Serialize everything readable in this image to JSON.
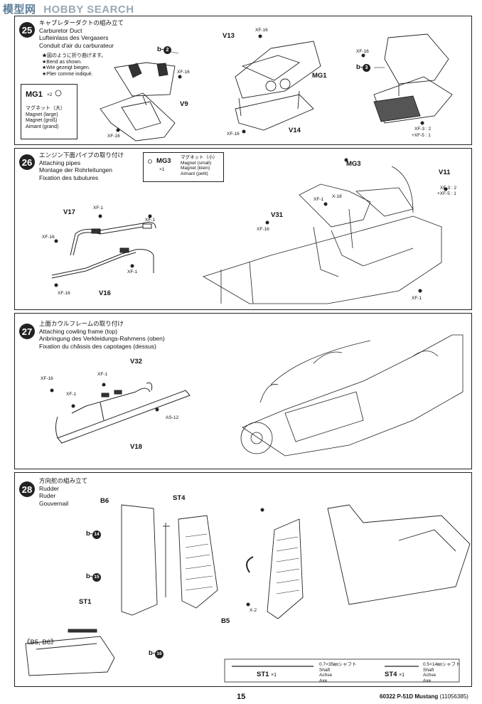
{
  "watermark": {
    "cn": "模型网",
    "en": "HOBBY SEARCH"
  },
  "steps": [
    {
      "number": "25",
      "title_jp": "キャブレターダクトの組み立て",
      "title_en": "Carburetor Duct",
      "title_de": "Lufteinlass des Vergasers",
      "title_fr": "Conduit d'air du carburateur",
      "notes": [
        "★図のように折り曲げます。",
        "★Bend as shown.",
        "★Wie gezeigt biegen.",
        "★Plier comme indiqué."
      ],
      "magnet_box": {
        "code": "MG1",
        "qty": "×2",
        "jp": "マグネット（大）",
        "en": "Magnet (large)",
        "de": "Magnet (groß)",
        "fr": "Aimant (grand)"
      },
      "labels": [
        "V9",
        "V13",
        "MG1",
        "V14",
        "b-",
        "b-"
      ],
      "colors": [
        "XF-16",
        "XF-16",
        "XF-16",
        "XF-16",
        "XF-16",
        "XF-3 : 2",
        "+XF-5 : 1"
      ]
    },
    {
      "number": "26",
      "title_jp": "エンジン下面パイプの取り付け",
      "title_en": "Attaching pipes",
      "title_de": "Montage der Rohrleitungen",
      "title_fr": "Fixation des tubulures",
      "magnet_box": {
        "code": "MG3",
        "qty": "×1",
        "jp": "マグネット（小）",
        "en": "Magnet (small)",
        "de": "Magnet (klein)",
        "fr": "Aimant (petit)"
      },
      "labels": [
        "V17",
        "V16",
        "MG3",
        "V11",
        "V31"
      ],
      "colors": [
        "XF-1",
        "XF-1",
        "XF-16",
        "XF-1",
        "XF-16",
        "XF-1",
        "X-18",
        "XF-16",
        "XF-3 : 2",
        "+XF-5 : 1",
        "XF-1"
      ]
    },
    {
      "number": "27",
      "title_jp": "上面カウルフレームの取り付け",
      "title_en": "Attaching cowling frame (top)",
      "title_de": "Anbringung des Verkleidungs-Rahmens (oben)",
      "title_fr": "Fixation du châssis des capotages (dessus)",
      "labels": [
        "V32",
        "V18"
      ],
      "colors": [
        "XF-16",
        "XF-1",
        "XF-1",
        "AS-12"
      ]
    },
    {
      "number": "28",
      "title_jp": "方向舵の組み立て",
      "title_en": "Rudder",
      "title_de": "Ruder",
      "title_fr": "Gouvernail",
      "labels": [
        "B6",
        "ST4",
        "ST1",
        "B5",
        "b-",
        "b-",
        "b-",
        "《B5, B6》"
      ],
      "colors": [
        "X-2"
      ],
      "shafts": [
        {
          "code": "ST1",
          "qty": "×1",
          "size": "0.7×35㎜シャフト",
          "en": "Shaft",
          "de": "Achse",
          "fr": "Axe"
        },
        {
          "code": "ST4",
          "qty": "×1",
          "size": "0.5×14㎜シャフト",
          "en": "Shaft",
          "de": "Achse",
          "fr": "Axe"
        }
      ]
    }
  ],
  "sub_numbers": [
    "2",
    "3",
    "14",
    "15",
    "16"
  ],
  "footer": {
    "page": "15",
    "code": "60322",
    "model": "P-51D Mustang",
    "catalog": "(11056385)"
  }
}
